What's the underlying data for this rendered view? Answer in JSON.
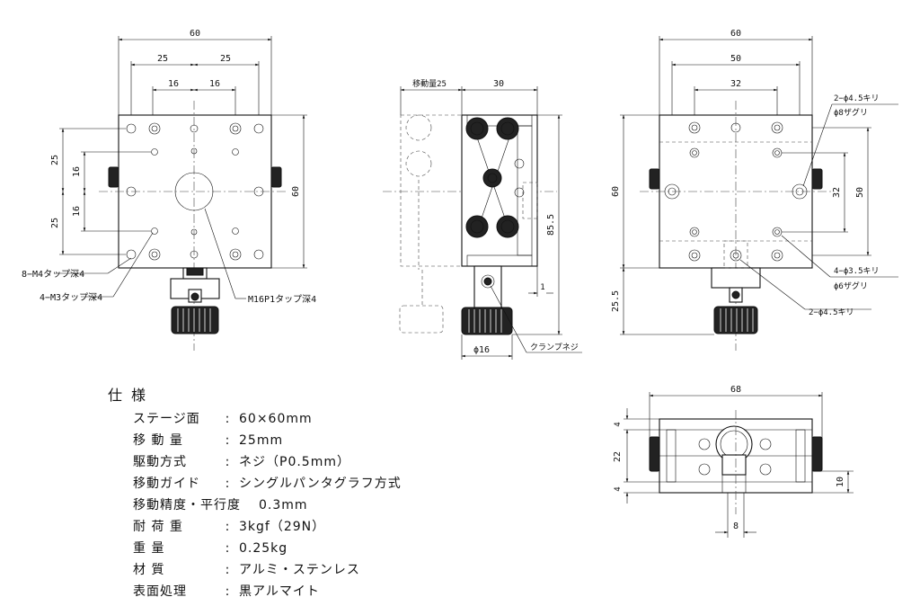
{
  "front_view": {
    "dims": {
      "width": "60",
      "pitch_outer_left": "25",
      "pitch_outer_right": "25",
      "pitch_inner_left": "16",
      "pitch_inner_right": "16",
      "height": "60",
      "v_upper_outer": "25",
      "v_upper_inner": "16",
      "v_lower_inner": "16",
      "v_lower_outer": "25"
    },
    "callouts": {
      "m4_tap": "8−M4タップ深4",
      "m3_tap": "4−M3タップ深4",
      "m16_tap": "M16P1タップ深4"
    }
  },
  "side_view": {
    "dims": {
      "travel": "移動量25",
      "width": "30",
      "height": "85.5",
      "offset": "1",
      "knob_dia": "ϕ16"
    },
    "callouts": {
      "clamp_screw": "クランプネジ"
    }
  },
  "rear_view": {
    "dims": {
      "width": "60",
      "hole_pitch_outer": "50",
      "hole_pitch_inner": "32",
      "height": "60",
      "v_pitch_inner": "32",
      "v_pitch_outer": "50",
      "knob_height": "25.5"
    },
    "callouts": {
      "holes_45_counterbore": "2−ϕ4.5キリ",
      "counterbore_8": "ϕ8ザグリ",
      "holes_35": "4−ϕ3.5キリ",
      "counterbore_6": "ϕ6ザグリ",
      "holes_45": "2−ϕ4.5キリ"
    }
  },
  "bottom_view": {
    "dims": {
      "width": "68",
      "top_band": "4",
      "middle": "22",
      "bottom_band": "4",
      "right_height": "10",
      "stem_width": "8"
    }
  },
  "spec": {
    "title": "仕様",
    "rows": [
      {
        "label": "ステージ面",
        "value": "60×60mm"
      },
      {
        "label": "移 動 量",
        "value": "25mm"
      },
      {
        "label": "駆動方式",
        "value": "ネジ（P0.5mm）"
      },
      {
        "label": "移動ガイド",
        "value": "シングルパンタグラフ方式"
      },
      {
        "label": "移動精度・平行度",
        "value": "0.3mm"
      },
      {
        "label": "耐 荷 重",
        "value": "3kgf（29N）"
      },
      {
        "label": "重 量",
        "value": "0.25kg"
      },
      {
        "label": "材 質",
        "value": "アルミ・ステンレス"
      },
      {
        "label": "表面処理",
        "value": "黒アルマイト"
      }
    ],
    "separator": ":"
  }
}
